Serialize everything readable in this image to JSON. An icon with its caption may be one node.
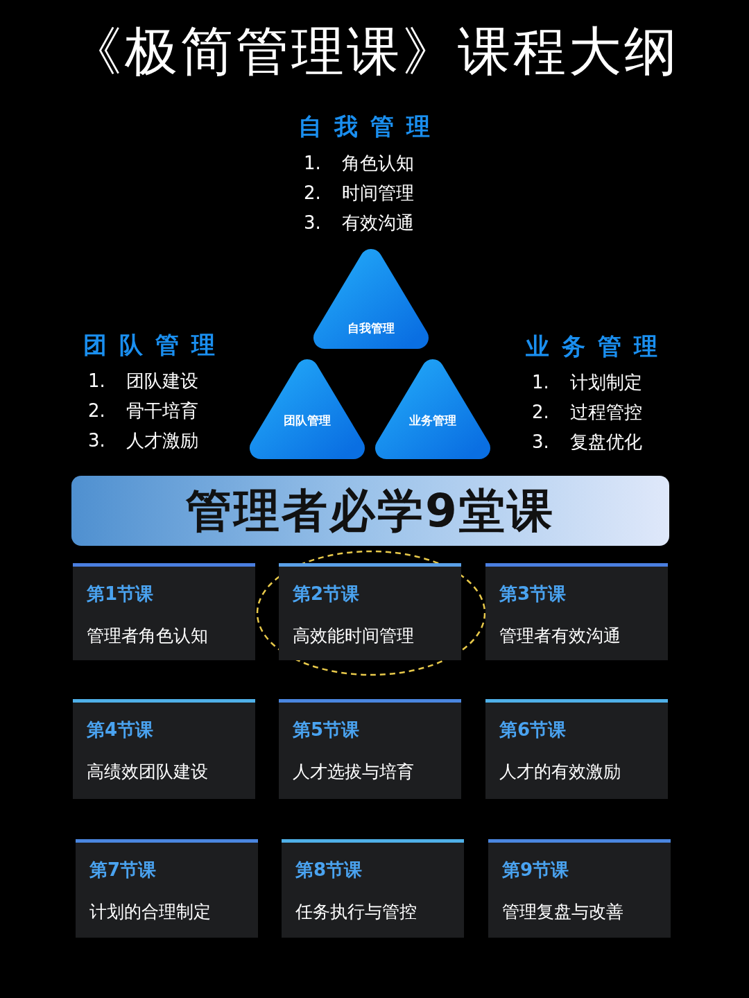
{
  "diagram": {
    "title": "《极简管理课》课程大纲",
    "nodes": [
      {
        "text": [
          "自我管理"
        ]
      },
      {
        "text": [
          "团队管理"
        ]
      },
      {
        "text": [
          "业务管理"
        ]
      },
      {
        "text": [
          "管理者必学9堂课"
        ]
      },
      {
        "text": [
          "第1节课",
          "管理者角色认知"
        ]
      },
      {
        "text": [
          "第2节课",
          "高效能时间管理"
        ]
      },
      {
        "text": [
          "第3节课",
          "管理者有效沟通"
        ]
      },
      {
        "text": [
          "第4节课",
          "高绩效团队建设"
        ]
      },
      {
        "text": [
          "第5节课",
          "人才选拔与培育"
        ]
      },
      {
        "text": [
          "第6节课",
          "人才的有效激励"
        ]
      },
      {
        "text": [
          "第7节课",
          "计划的合理制定"
        ]
      },
      {
        "text": [
          "第8节课",
          "任务执行与管控"
        ]
      },
      {
        "text": [
          "第9节课",
          "管理复盘与改善"
        ]
      }
    ],
    "labels": [
      "自我管理",
      "1. 角色认知",
      "2. 时间管理",
      "3. 有效沟通",
      "团队管理",
      "1. 团队建设",
      "2. 骨干培育",
      "3. 人才激励",
      "业务管理",
      "1. 计划制定",
      "2. 过程管控",
      "3. 复盘优化"
    ]
  }
}
